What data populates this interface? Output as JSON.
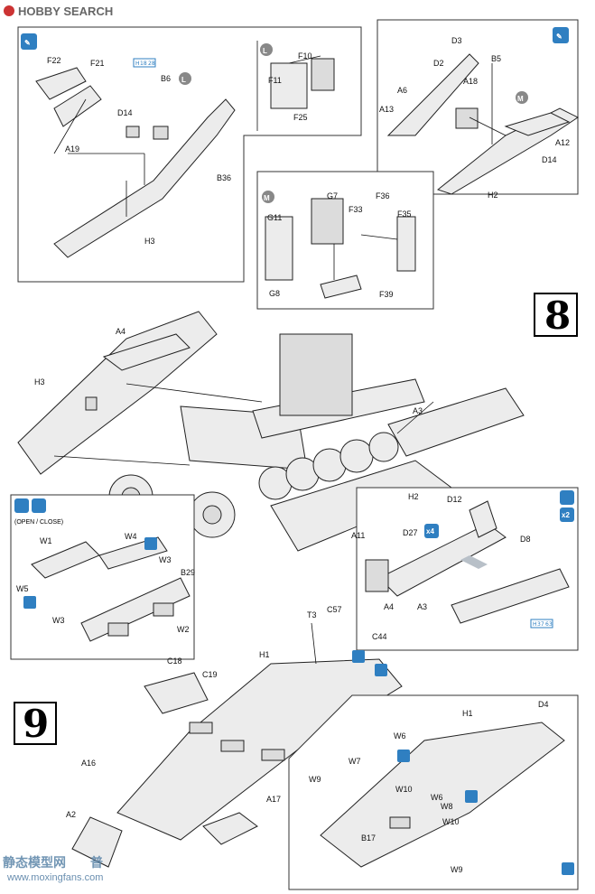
{
  "header": {
    "logo_text": "HOBBY SEARCH"
  },
  "watermark": {
    "text_cn": "静态模型网",
    "url": "www.moxingfans.com",
    "fragment": "普"
  },
  "steps": {
    "step8": "8",
    "step9": "9"
  },
  "notes": {
    "open_close": "(OPEN / CLOSE)",
    "x4": "x4",
    "x2": "x2"
  },
  "badges": {
    "L": "L",
    "M": "M"
  },
  "paint_refs": {
    "h18": "H",
    "h18n": "18",
    "h18c": "28",
    "h37": "H",
    "h37n": "37",
    "h37c": "63"
  },
  "labels": {
    "F22": "F22",
    "F21": "F21",
    "B6": "B6",
    "D14a": "D14",
    "A19": "A19",
    "B36": "B36",
    "H3a": "H3",
    "F10": "F10",
    "F11": "F11",
    "F25": "F25",
    "D3": "D3",
    "D2": "D2",
    "B5": "B5",
    "A6": "A6",
    "A18": "A18",
    "A13": "A13",
    "A12": "A12",
    "D14b": "D14",
    "H2a": "H2",
    "G7": "G7",
    "F36": "F36",
    "G11": "G11",
    "F33": "F33",
    "F35": "F35",
    "G8": "G8",
    "F39": "F39",
    "A4a": "A4",
    "H3b": "H3",
    "A3a": "A3",
    "H2b": "H2",
    "A11": "A11",
    "D12": "D12",
    "D27": "D27",
    "D8": "D8",
    "A4b": "A4",
    "A3b": "A3",
    "W1": "W1",
    "W4": "W4",
    "W3a": "W3",
    "W5": "W5",
    "W3b": "W3",
    "B29": "B29",
    "W2": "W2",
    "T3": "T3",
    "C57": "C57",
    "C44": "C44",
    "C18": "C18",
    "C19": "C19",
    "H1a": "H1",
    "A16": "A16",
    "A17": "A17",
    "A2": "A2",
    "H1b": "H1",
    "D4": "D4",
    "W6a": "W6",
    "W7": "W7",
    "W9a": "W9",
    "W10a": "W10",
    "W6b": "W6",
    "W8": "W8",
    "W10b": "W10",
    "B17": "B17",
    "W9b": "W9"
  }
}
